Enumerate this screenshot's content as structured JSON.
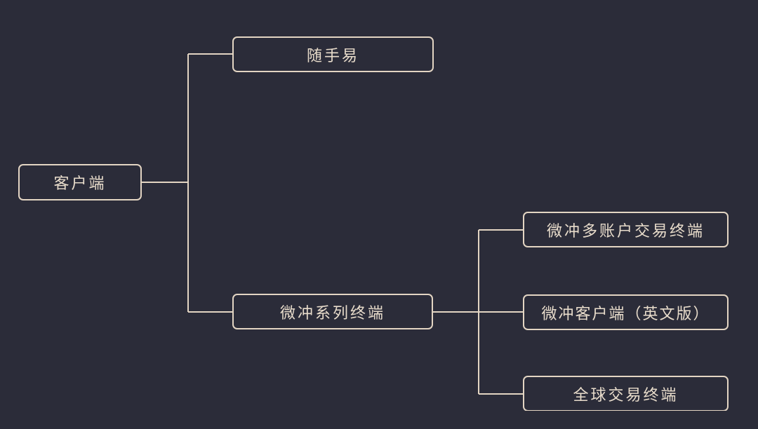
{
  "colors": {
    "background": "#2b2c39",
    "stroke": "#e3d5c3",
    "text": "#e8dccb"
  },
  "root": {
    "label": "客户端"
  },
  "children": [
    {
      "label": "随手易"
    },
    {
      "label": "微冲系列终端",
      "children": [
        {
          "label": "微冲多账户交易终端"
        },
        {
          "label": "微冲客户端（英文版）"
        },
        {
          "label": "全球交易终端"
        }
      ]
    }
  ]
}
